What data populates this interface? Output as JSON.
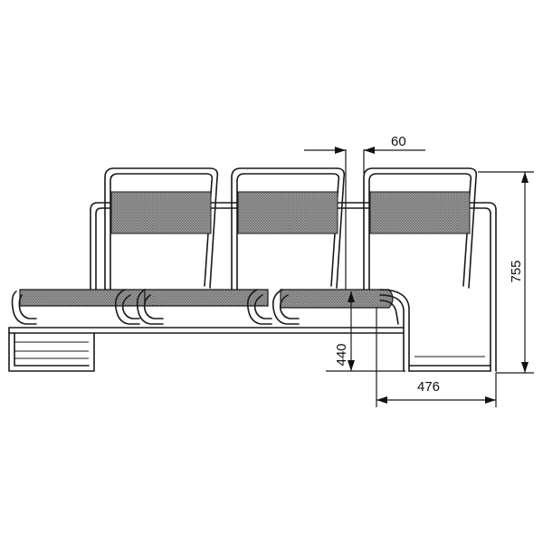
{
  "dimensions": {
    "gap_width": "60",
    "overall_height": "755",
    "seat_height": "440",
    "depth": "476"
  },
  "colors": {
    "line": "#1a1a1a",
    "mesh_fill": "#8a8a8a",
    "background": "#ffffff"
  }
}
